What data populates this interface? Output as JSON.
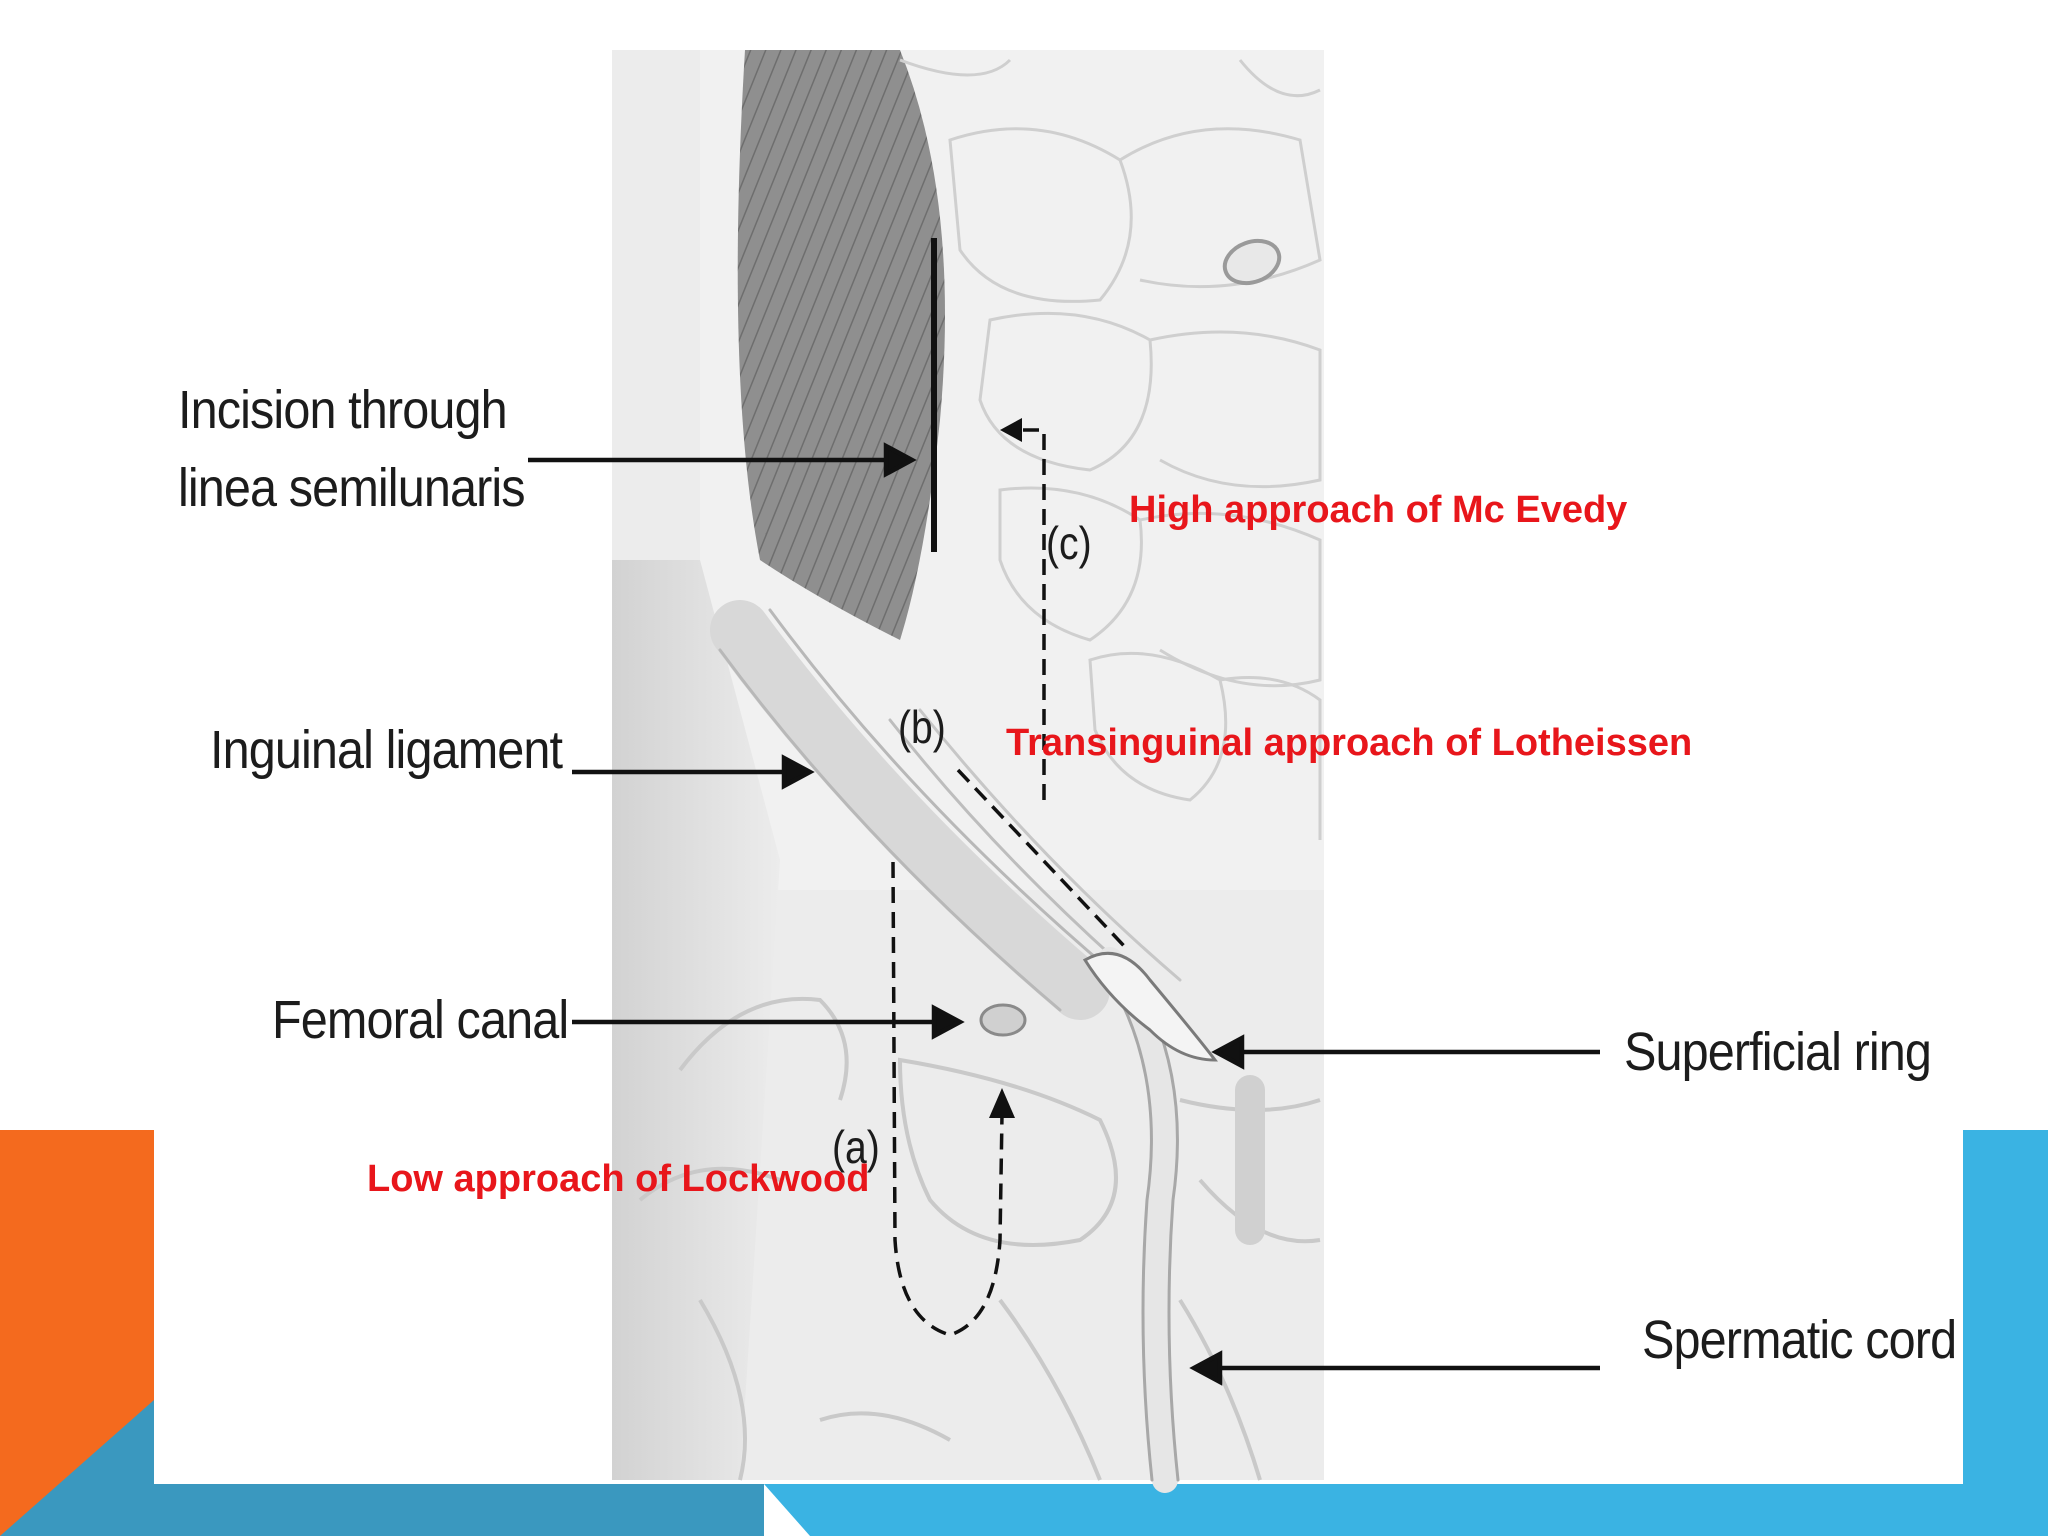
{
  "theme": {
    "accent_orange": "#f46a1e",
    "accent_blue": "#3ab3e3",
    "accent_teal": "#3a98bf",
    "annotation_red": "#e8161b"
  },
  "labels": {
    "incision_line1": "Incision through",
    "incision_line2": "linea semilunaris",
    "inguinal_ligament": "Inguinal ligament",
    "femoral_canal": "Femoral canal",
    "superficial_ring": "Superficial ring",
    "spermatic_cord": "Spermatic cord"
  },
  "markers": {
    "a": "(a)",
    "b": "(b)",
    "c": "(c)"
  },
  "annotations": {
    "high": "High approach of Mc Evedy",
    "transinguinal": "Transinguinal approach of Lotheissen",
    "low": "Low approach of Lockwood"
  }
}
